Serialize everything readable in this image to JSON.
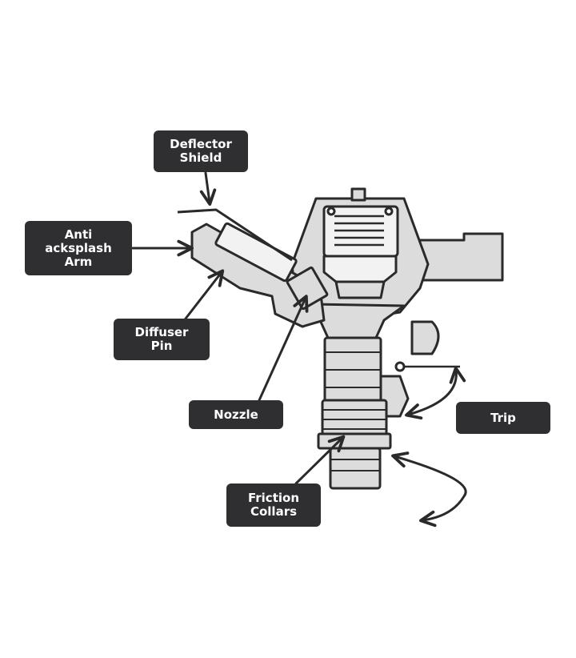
{
  "labels": {
    "deflector_shield": "Deflector\nShield",
    "anti_backsplash_arm": "Anti\nacksplash\nArm",
    "diffuser_pin": "Diffuser\nPin",
    "nozzle": "Nozzle",
    "trip": "Trip",
    "friction_collars": "Friction\nCollars"
  },
  "colors": {
    "label_bg": "#2f2f31",
    "label_text": "#ffffff",
    "body_fill": "#dcdcdc",
    "line": "#2a2a2a"
  }
}
